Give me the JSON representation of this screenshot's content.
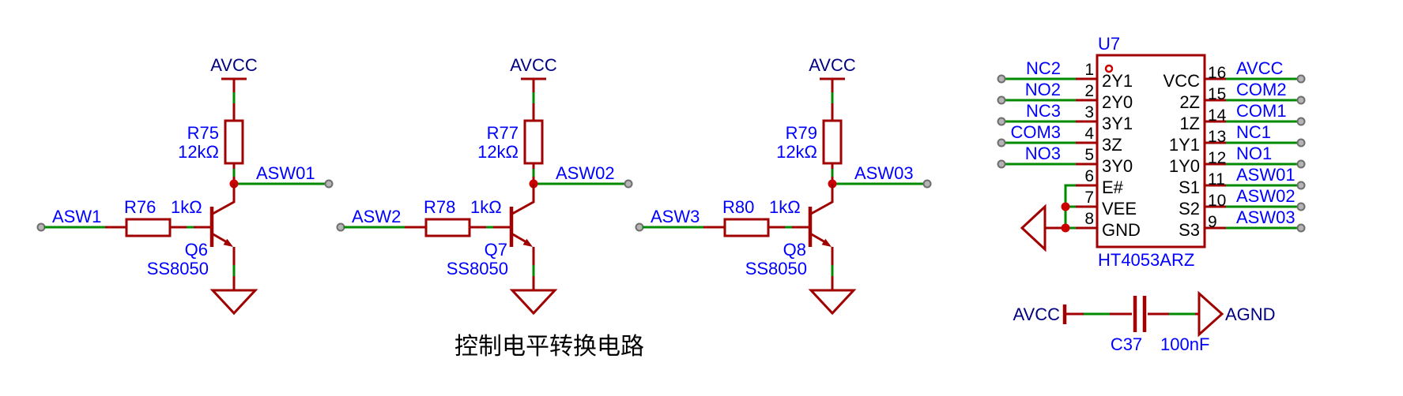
{
  "caption": "控制电平转换电路",
  "colors": {
    "symbol_outline": "#A00000",
    "wire": "#008A00",
    "net_label": "#0000FF",
    "power_label": "#000080",
    "junction_dot": "#CC0000",
    "pin_endpoint": "#B4B4B4",
    "plain_text": "#000000",
    "background": "#FFFFFF"
  },
  "stages": [
    {
      "power": "AVCC",
      "pullup_ref": "R75",
      "pullup_value": "12kΩ",
      "base_ref": "R76",
      "base_value": "1kΩ",
      "input_net": "ASW1",
      "output_net": "ASW01",
      "q_ref": "Q6",
      "q_part": "SS8050"
    },
    {
      "power": "AVCC",
      "pullup_ref": "R77",
      "pullup_value": "12kΩ",
      "base_ref": "R78",
      "base_value": "1kΩ",
      "input_net": "ASW2",
      "output_net": "ASW02",
      "q_ref": "Q7",
      "q_part": "SS8050"
    },
    {
      "power": "AVCC",
      "pullup_ref": "R79",
      "pullup_value": "12kΩ",
      "base_ref": "R80",
      "base_value": "1kΩ",
      "input_net": "ASW3",
      "output_net": "ASW03",
      "q_ref": "Q8",
      "q_part": "SS8050"
    }
  ],
  "ic": {
    "designator": "U7",
    "part": "HT4053ARZ",
    "left_pins": [
      {
        "number": "1",
        "name": "2Y1",
        "net": "NC2"
      },
      {
        "number": "2",
        "name": "2Y0",
        "net": "NO2"
      },
      {
        "number": "3",
        "name": "3Y1",
        "net": "NC3"
      },
      {
        "number": "4",
        "name": "3Z",
        "net": "COM3"
      },
      {
        "number": "5",
        "name": "3Y0",
        "net": "NO3"
      },
      {
        "number": "6",
        "name": "E#",
        "net": ""
      },
      {
        "number": "7",
        "name": "VEE",
        "net": ""
      },
      {
        "number": "8",
        "name": "GND",
        "net": ""
      }
    ],
    "right_pins": [
      {
        "number": "16",
        "name": "VCC",
        "net": "AVCC"
      },
      {
        "number": "15",
        "name": "2Z",
        "net": "COM2"
      },
      {
        "number": "14",
        "name": "1Z",
        "net": "COM1"
      },
      {
        "number": "13",
        "name": "1Y1",
        "net": "NC1"
      },
      {
        "number": "12",
        "name": "1Y0",
        "net": "NO1"
      },
      {
        "number": "11",
        "name": "S1",
        "net": "ASW01"
      },
      {
        "number": "10",
        "name": "S2",
        "net": "ASW02"
      },
      {
        "number": "9",
        "name": "S3",
        "net": "ASW03"
      }
    ]
  },
  "decoupling": {
    "power": "AVCC",
    "cap_ref": "C37",
    "cap_value": "100nF",
    "ground": "AGND"
  }
}
